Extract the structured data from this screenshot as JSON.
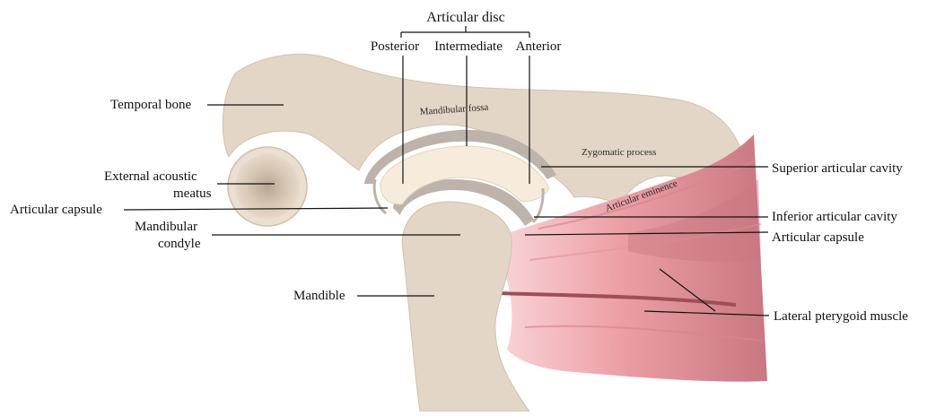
{
  "title": "Articular disc",
  "disc_parts": {
    "posterior": "Posterior",
    "intermediate": "Intermediate",
    "anterior": "Anterior"
  },
  "left_labels": {
    "temporal_bone": "Temporal bone",
    "external_acoustic_meatus_1": "External acoustic",
    "external_acoustic_meatus_2": "meatus",
    "articular_capsule": "Articular capsule",
    "mandibular_condyle_1": "Mandibular",
    "mandibular_condyle_2": "condyle",
    "mandible": "Mandible"
  },
  "right_labels": {
    "superior_articular_cavity": "Superior articular cavity",
    "inferior_articular_cavity": "Inferior articular cavity",
    "articular_capsule": "Articular capsule",
    "lateral_pterygoid_muscle": "Lateral pterygoid muscle"
  },
  "inner_labels": {
    "mandibular_fossa": "Mandibular fossa",
    "zygomatic_process": "Zygomatic process",
    "articular_eminence": "Articular eminence"
  },
  "colors": {
    "bone": "#e3d6c6",
    "bone_edge": "#cdbba6",
    "cartilage": "#bdb3ab",
    "disc": "#f7ecdc",
    "muscle_light": "#f2b9be",
    "muscle_mid": "#de8f97",
    "muscle_dark": "#b86872"
  }
}
